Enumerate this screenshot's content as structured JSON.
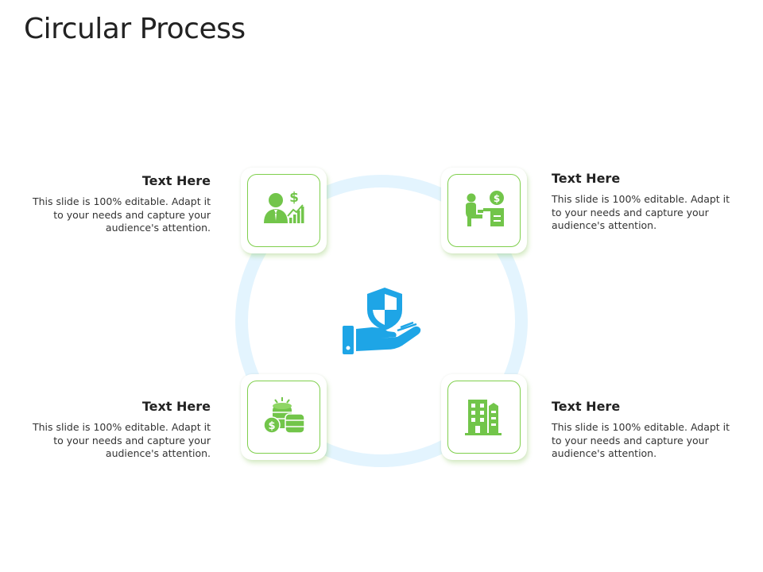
{
  "title": "Circular Process",
  "colors": {
    "accent_green": "#7fcf4c",
    "icon_green": "#72c54a",
    "ring_blue": "#e3f4fe",
    "center_blue": "#1ea5e6"
  },
  "center": {
    "icon": "shield-hand-icon"
  },
  "items": [
    {
      "icon": "businessman-growth-icon",
      "heading": "Text Here",
      "body": "This slide is 100% editable. Adapt it to your needs and capture your audience's attention."
    },
    {
      "icon": "person-desk-dollar-icon",
      "heading": "Text Here",
      "body": "This slide is 100% editable. Adapt it to your needs and capture your audience's attention."
    },
    {
      "icon": "coin-stacks-icon",
      "heading": "Text Here",
      "body": "This slide is 100% editable. Adapt it to your needs and capture your audience's attention."
    },
    {
      "icon": "office-building-icon",
      "heading": "Text Here",
      "body": "This slide is 100% editable. Adapt it to your needs and capture your audience's attention."
    }
  ]
}
